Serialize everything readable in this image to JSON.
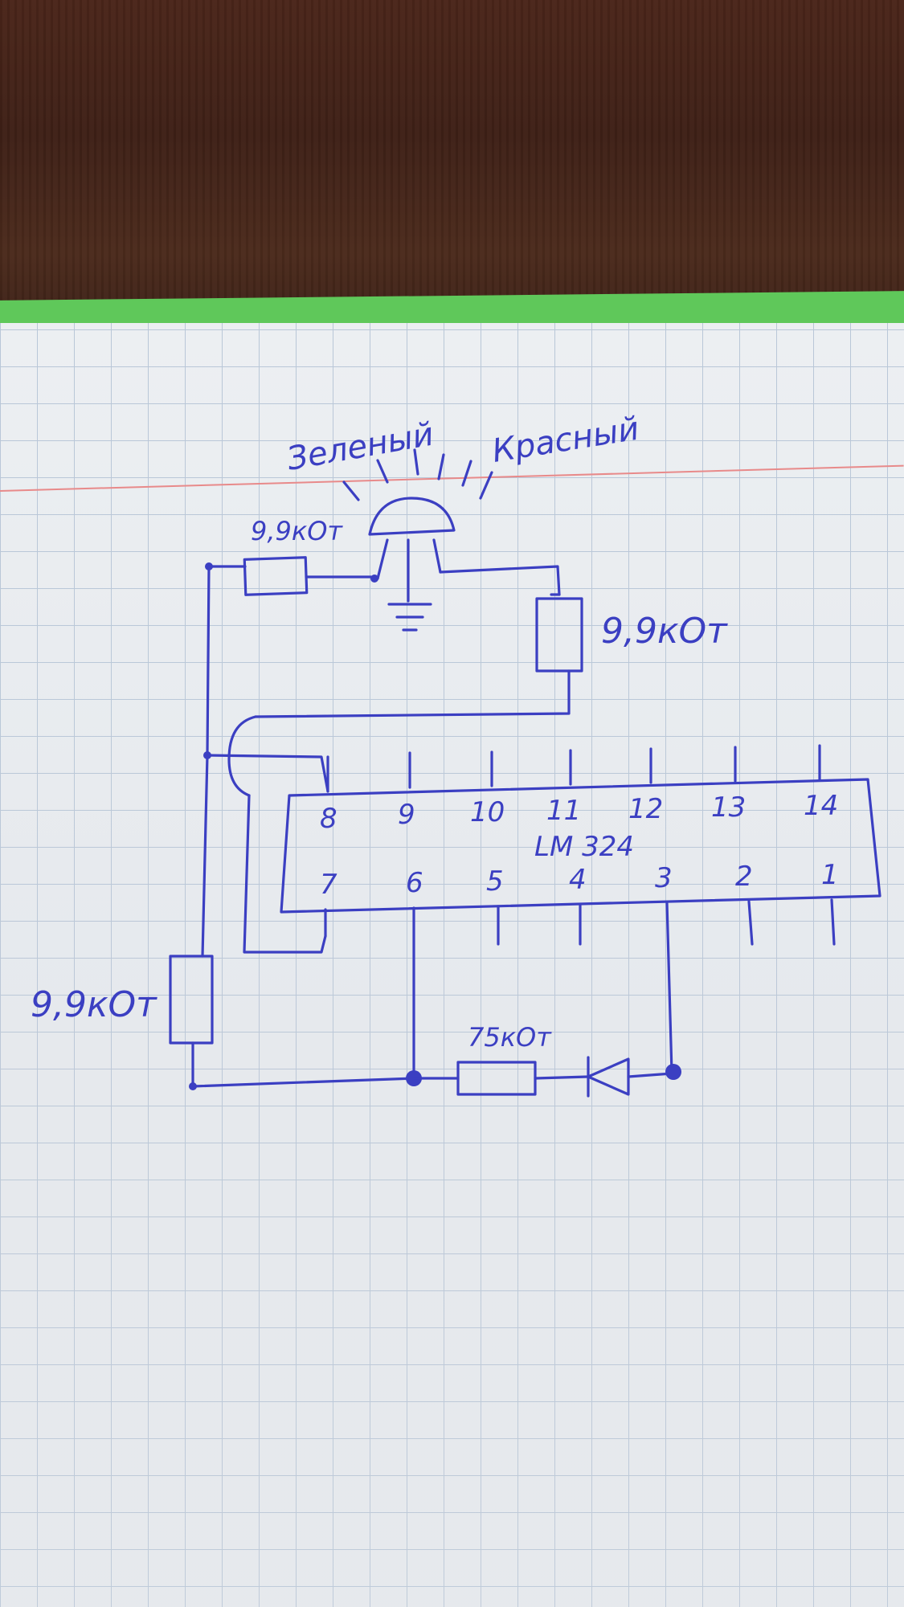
{
  "labels": {
    "green_led": "Зеленый",
    "red_led": "Красный",
    "r_top_left": "9,9кОт",
    "r_top_right": "9,9кОт",
    "r_left": "9,9кОт",
    "r_bottom": "75кОт",
    "ic_name": "LM 324"
  },
  "pins_top": [
    "8",
    "9",
    "10",
    "11",
    "12",
    "13",
    "14"
  ],
  "pins_bottom": [
    "7",
    "6",
    "5",
    "4",
    "3",
    "2",
    "1"
  ],
  "colors": {
    "ink": "#3b3fc2",
    "paper": "#eceff2",
    "grid": "#b9c7d8",
    "margin": "#e88a8a",
    "cover": "#5fc85a",
    "desk": "#3e2016"
  }
}
